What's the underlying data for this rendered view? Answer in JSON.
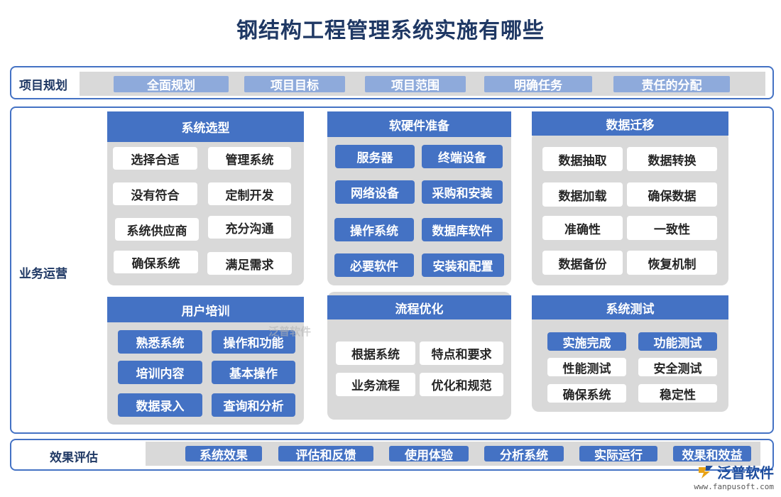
{
  "title": "钢结构工程管理系统实施有哪些",
  "planning": {
    "label": "项目规划",
    "items": [
      "全面规划",
      "项目目标",
      "项目范围",
      "明确任务",
      "责任的分配"
    ]
  },
  "operations": {
    "label": "业务运营",
    "panels": {
      "selection": {
        "title": "系统选型",
        "items": [
          "选择合适",
          "管理系统",
          "没有符合",
          "定制开发",
          "系统供应商",
          "充分沟通",
          "确保系统",
          "满足需求"
        ]
      },
      "hardware": {
        "title": "软硬件准备",
        "items": [
          "服务器",
          "终端设备",
          "网络设备",
          "采购和安装",
          "操作系统",
          "数据库软件",
          "必要软件",
          "安装和配置"
        ]
      },
      "migration": {
        "title": "数据迁移",
        "items": [
          "数据抽取",
          "数据转换",
          "数据加载",
          "确保数据",
          "准确性",
          "一致性",
          "数据备份",
          "恢复机制"
        ]
      },
      "training": {
        "title": "用户培训",
        "items": [
          "熟悉系统",
          "操作和功能",
          "培训内容",
          "基本操作",
          "数据录入",
          "查询和分析"
        ]
      },
      "process": {
        "title": "流程优化",
        "items": [
          "根据系统",
          "特点和要求",
          "业务流程",
          "优化和规范"
        ]
      },
      "testing": {
        "title": "系统测试",
        "items": [
          "实施完成",
          "功能测试",
          "性能测试",
          "安全测试",
          "确保系统",
          "稳定性"
        ]
      }
    }
  },
  "evaluation": {
    "label": "效果评估",
    "items": [
      "系统效果",
      "评估和反馈",
      "使用体验",
      "分析系统",
      "实际运行",
      "效果和效益"
    ]
  },
  "watermark": {
    "text": "泛普软件"
  },
  "logo": {
    "name": "泛普软件",
    "url": "www.fanpusoft.com"
  },
  "colors": {
    "frame": "#4472c4",
    "header": "#4472c4",
    "chip_light": "#8eaadb",
    "panel_bg": "#d9d9d9",
    "title": "#1f3864"
  }
}
